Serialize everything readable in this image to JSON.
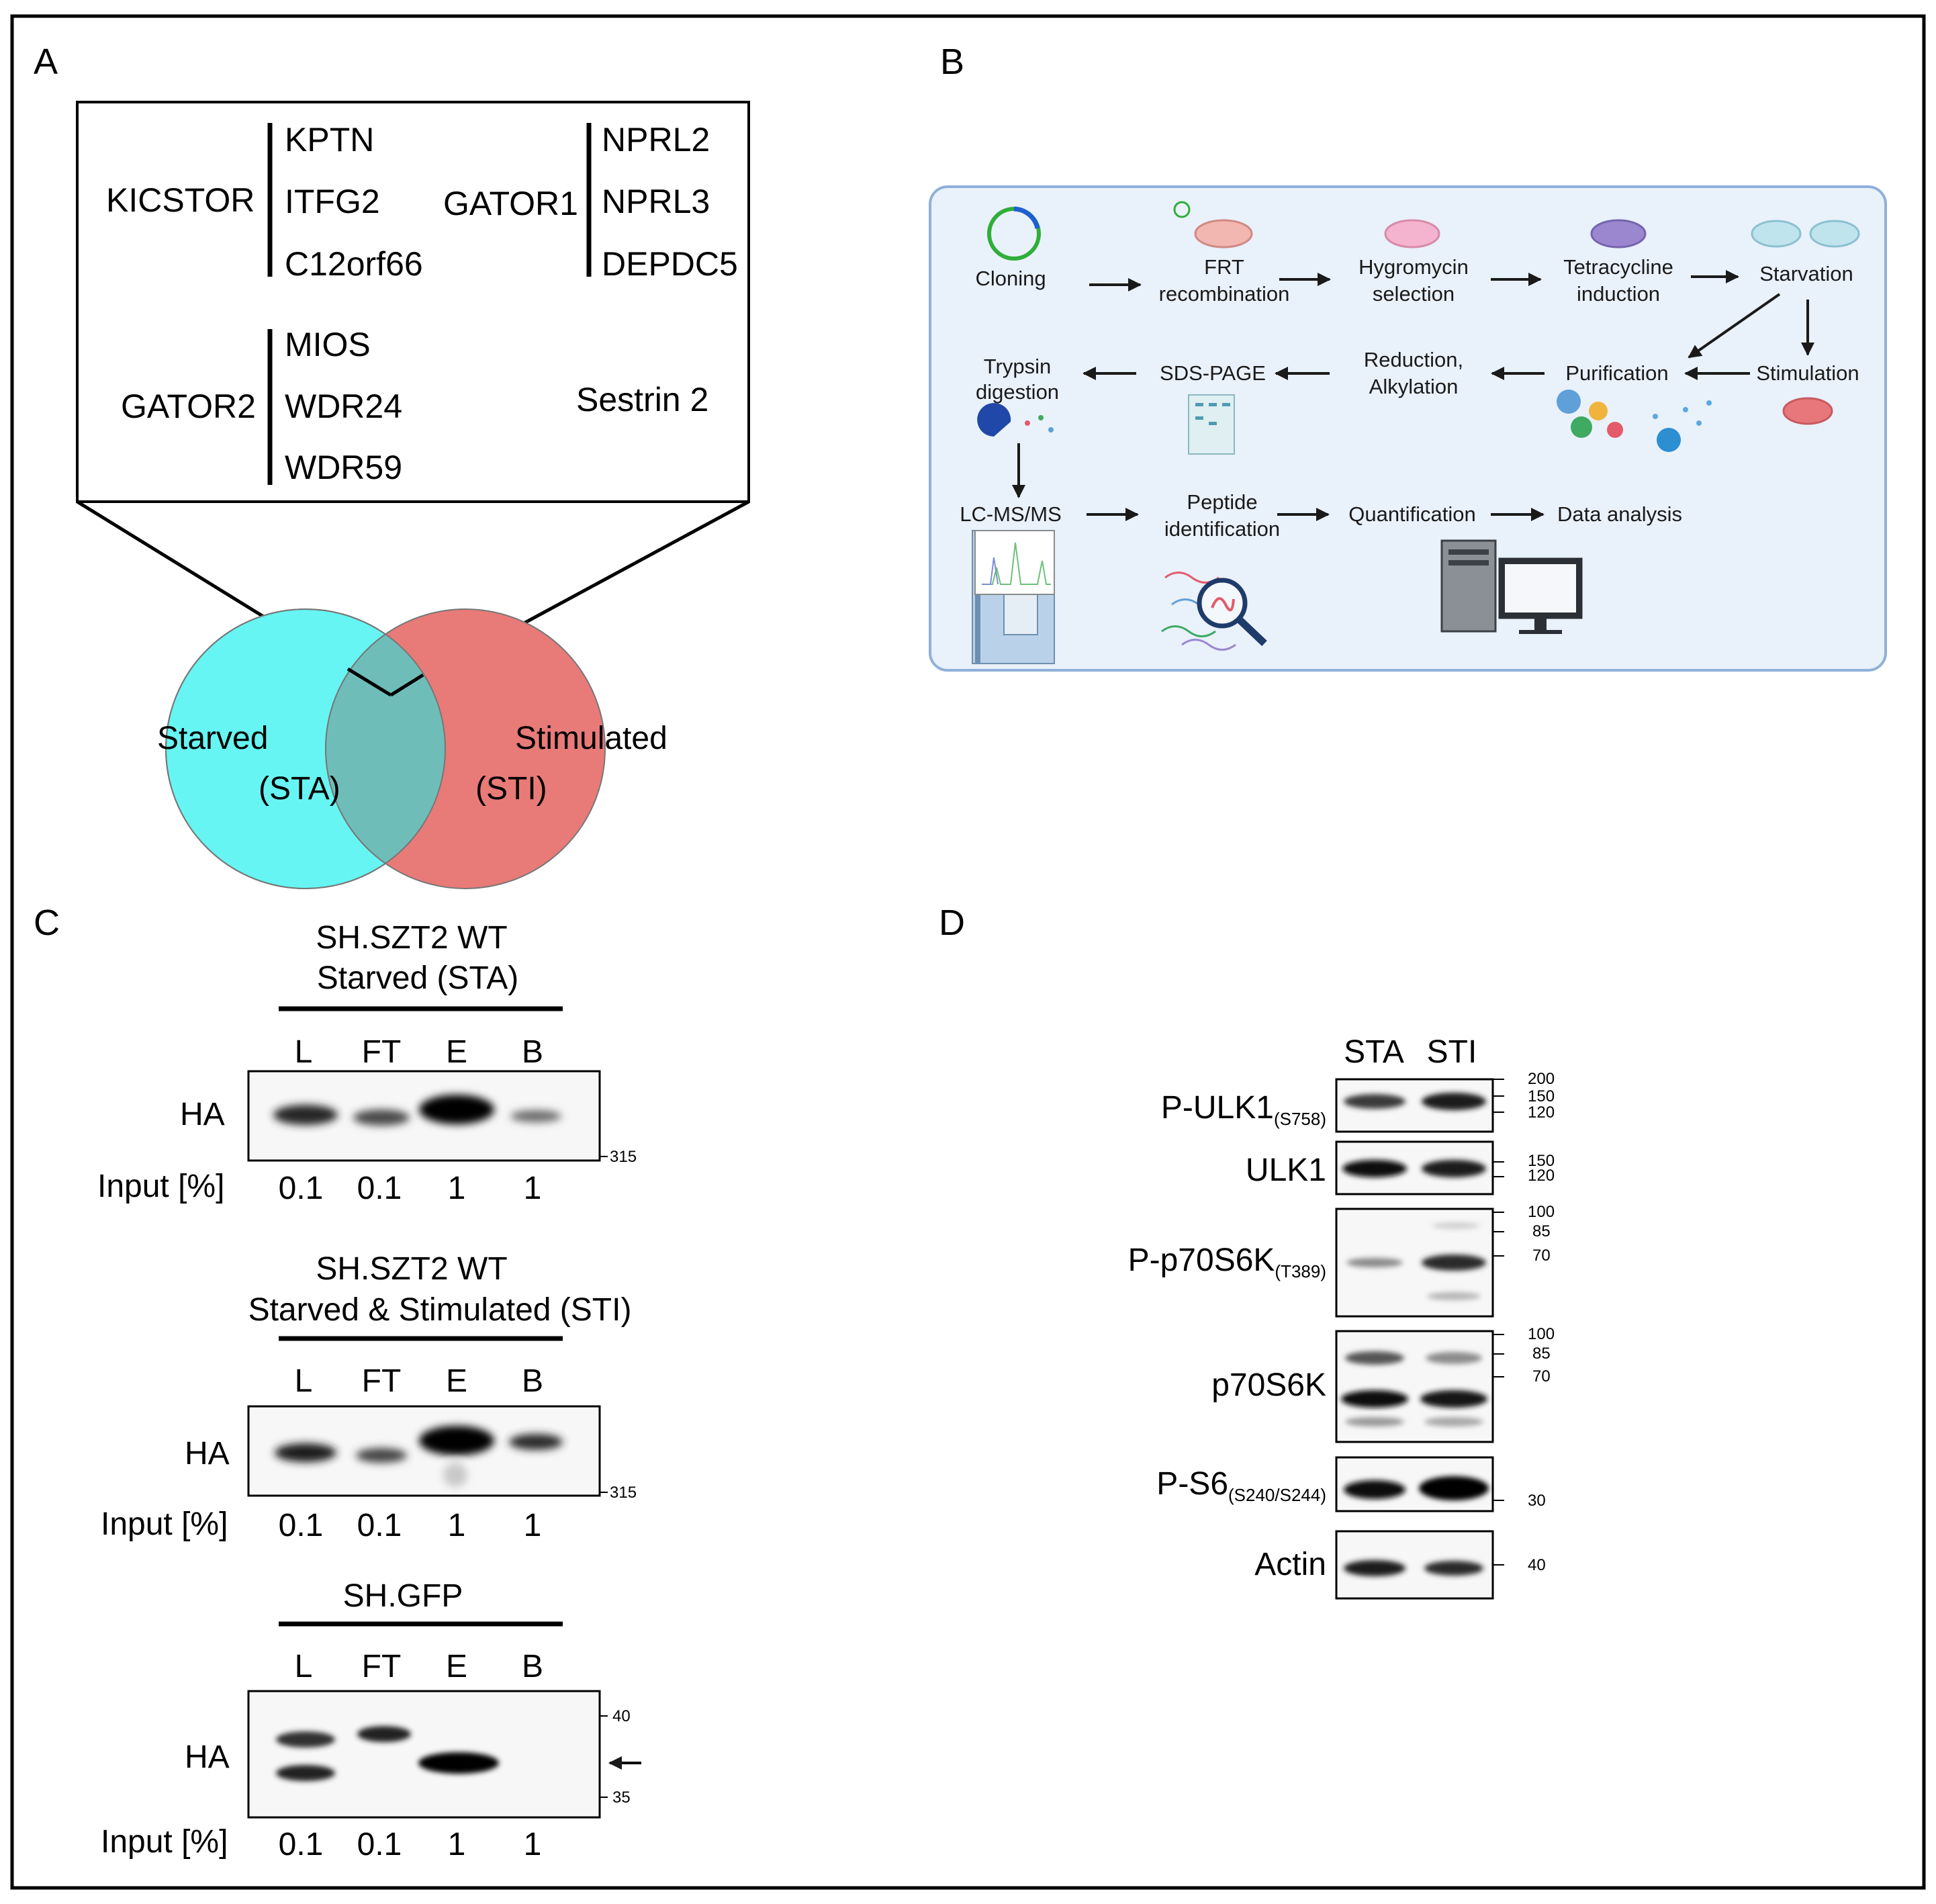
{
  "panels": {
    "a": "A",
    "b": "B",
    "c": "C",
    "d": "D"
  },
  "panel_a": {
    "groups": [
      {
        "name": "KICSTOR",
        "members": [
          "KPTN",
          "ITFG2",
          "C12orf66"
        ]
      },
      {
        "name": "GATOR1",
        "members": [
          "NPRL2",
          "NPRL3",
          "DEPDC5"
        ]
      },
      {
        "name": "GATOR2",
        "members": [
          "MIOS",
          "WDR24",
          "WDR59"
        ]
      }
    ],
    "single": "Sestrin 2",
    "venn": {
      "left": {
        "line1": "Starved",
        "line2": "(STA)",
        "color": "#66f5f2"
      },
      "right": {
        "line1": "Stimulated",
        "line2": "(STI)",
        "color": "#e87a78"
      },
      "overlap_color": "#6fbdb9"
    }
  },
  "panel_b": {
    "steps": {
      "cloning": "Cloning",
      "frt1": "FRT",
      "frt2": "recombination",
      "hyg1": "Hygromycin",
      "hyg2": "selection",
      "tet1": "Tetracycline",
      "tet2": "induction",
      "starv": "Starvation",
      "stim": "Stimulation",
      "purif": "Purification",
      "red1": "Reduction,",
      "red2": "Alkylation",
      "sds": "SDS-PAGE",
      "tryp1": "Trypsin",
      "tryp2": "digestion",
      "lcms": "LC-MS/MS",
      "pep1": "Peptide",
      "pep2": "identification",
      "quant": "Quantification",
      "data": "Data analysis"
    }
  },
  "panel_c": {
    "blots": [
      {
        "title1": "SH.SZT2 WT",
        "title2": "Starved (STA)",
        "lanes": [
          "L",
          "FT",
          "E",
          "B"
        ],
        "antibody": "HA",
        "input_label": "Input [%]",
        "inputs": [
          "0.1",
          "0.1",
          "1",
          "1"
        ],
        "markers": [
          "315"
        ]
      },
      {
        "title1": "SH.SZT2 WT",
        "title2": "Starved & Stimulated (STI)",
        "lanes": [
          "L",
          "FT",
          "E",
          "B"
        ],
        "antibody": "HA",
        "input_label": "Input [%]",
        "inputs": [
          "0.1",
          "0.1",
          "1",
          "1"
        ],
        "markers": [
          "315"
        ]
      },
      {
        "title1": "SH.GFP",
        "lanes": [
          "L",
          "FT",
          "E",
          "B"
        ],
        "antibody": "HA",
        "input_label": "Input [%]",
        "inputs": [
          "0.1",
          "0.1",
          "1",
          "1"
        ],
        "markers": [
          "40",
          "35"
        ]
      }
    ]
  },
  "panel_d": {
    "lanes": [
      "STA",
      "STI"
    ],
    "blots": [
      {
        "main": "P-ULK1",
        "sub": "(S758)",
        "markers": [
          "200",
          "150",
          "120"
        ]
      },
      {
        "main": "ULK1",
        "sub": "",
        "markers": [
          "150",
          "120"
        ]
      },
      {
        "main": "P-p70S6K",
        "sub": "(T389)",
        "markers": [
          "100",
          "85",
          "70"
        ]
      },
      {
        "main": "p70S6K",
        "sub": "",
        "markers": [
          "100",
          "85",
          "70"
        ]
      },
      {
        "main": "P-S6",
        "sub": "(S240/S244)",
        "markers": [
          "30"
        ]
      },
      {
        "main": "Actin",
        "sub": "",
        "markers": [
          "40"
        ]
      }
    ]
  }
}
